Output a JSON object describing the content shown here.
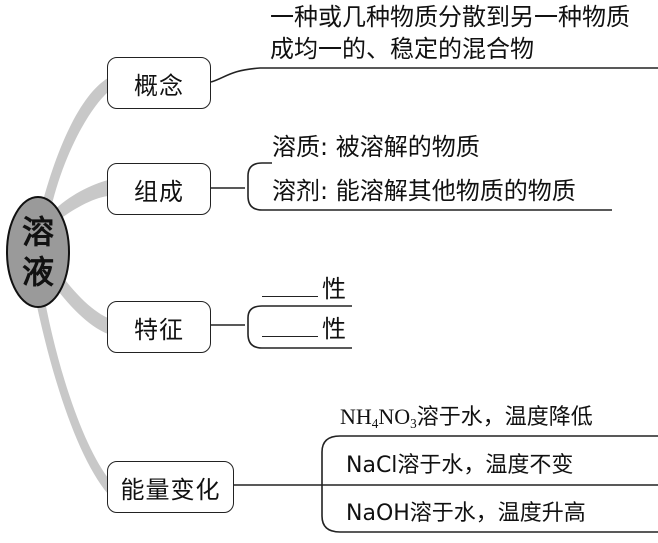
{
  "root": {
    "label_line1": "溶",
    "label_line2": "液"
  },
  "branches": {
    "concept": {
      "label": "概念",
      "text_line1": "一种或几种物质分散到另一种物质",
      "text_line2": "成均一的、稳定的混合物"
    },
    "composition": {
      "label": "组成",
      "items": [
        "溶质: 被溶解的物质",
        "溶剂: 能溶解其他物质的物质"
      ]
    },
    "feature": {
      "label": "特征",
      "items": [
        "性",
        "性"
      ]
    },
    "energy": {
      "label": "能量变化",
      "item1": {
        "formula_a": "NH",
        "sub_a": "4",
        "formula_b": "NO",
        "sub_b": "3",
        "text": "溶于水，温度降低"
      },
      "item2": "NaCl溶于水，温度不变",
      "item3": "NaOH溶于水，温度升高"
    }
  },
  "colors": {
    "ellipse_fill": "#9a9a9a",
    "connector": "#c8c8c8",
    "line": "#222222"
  }
}
